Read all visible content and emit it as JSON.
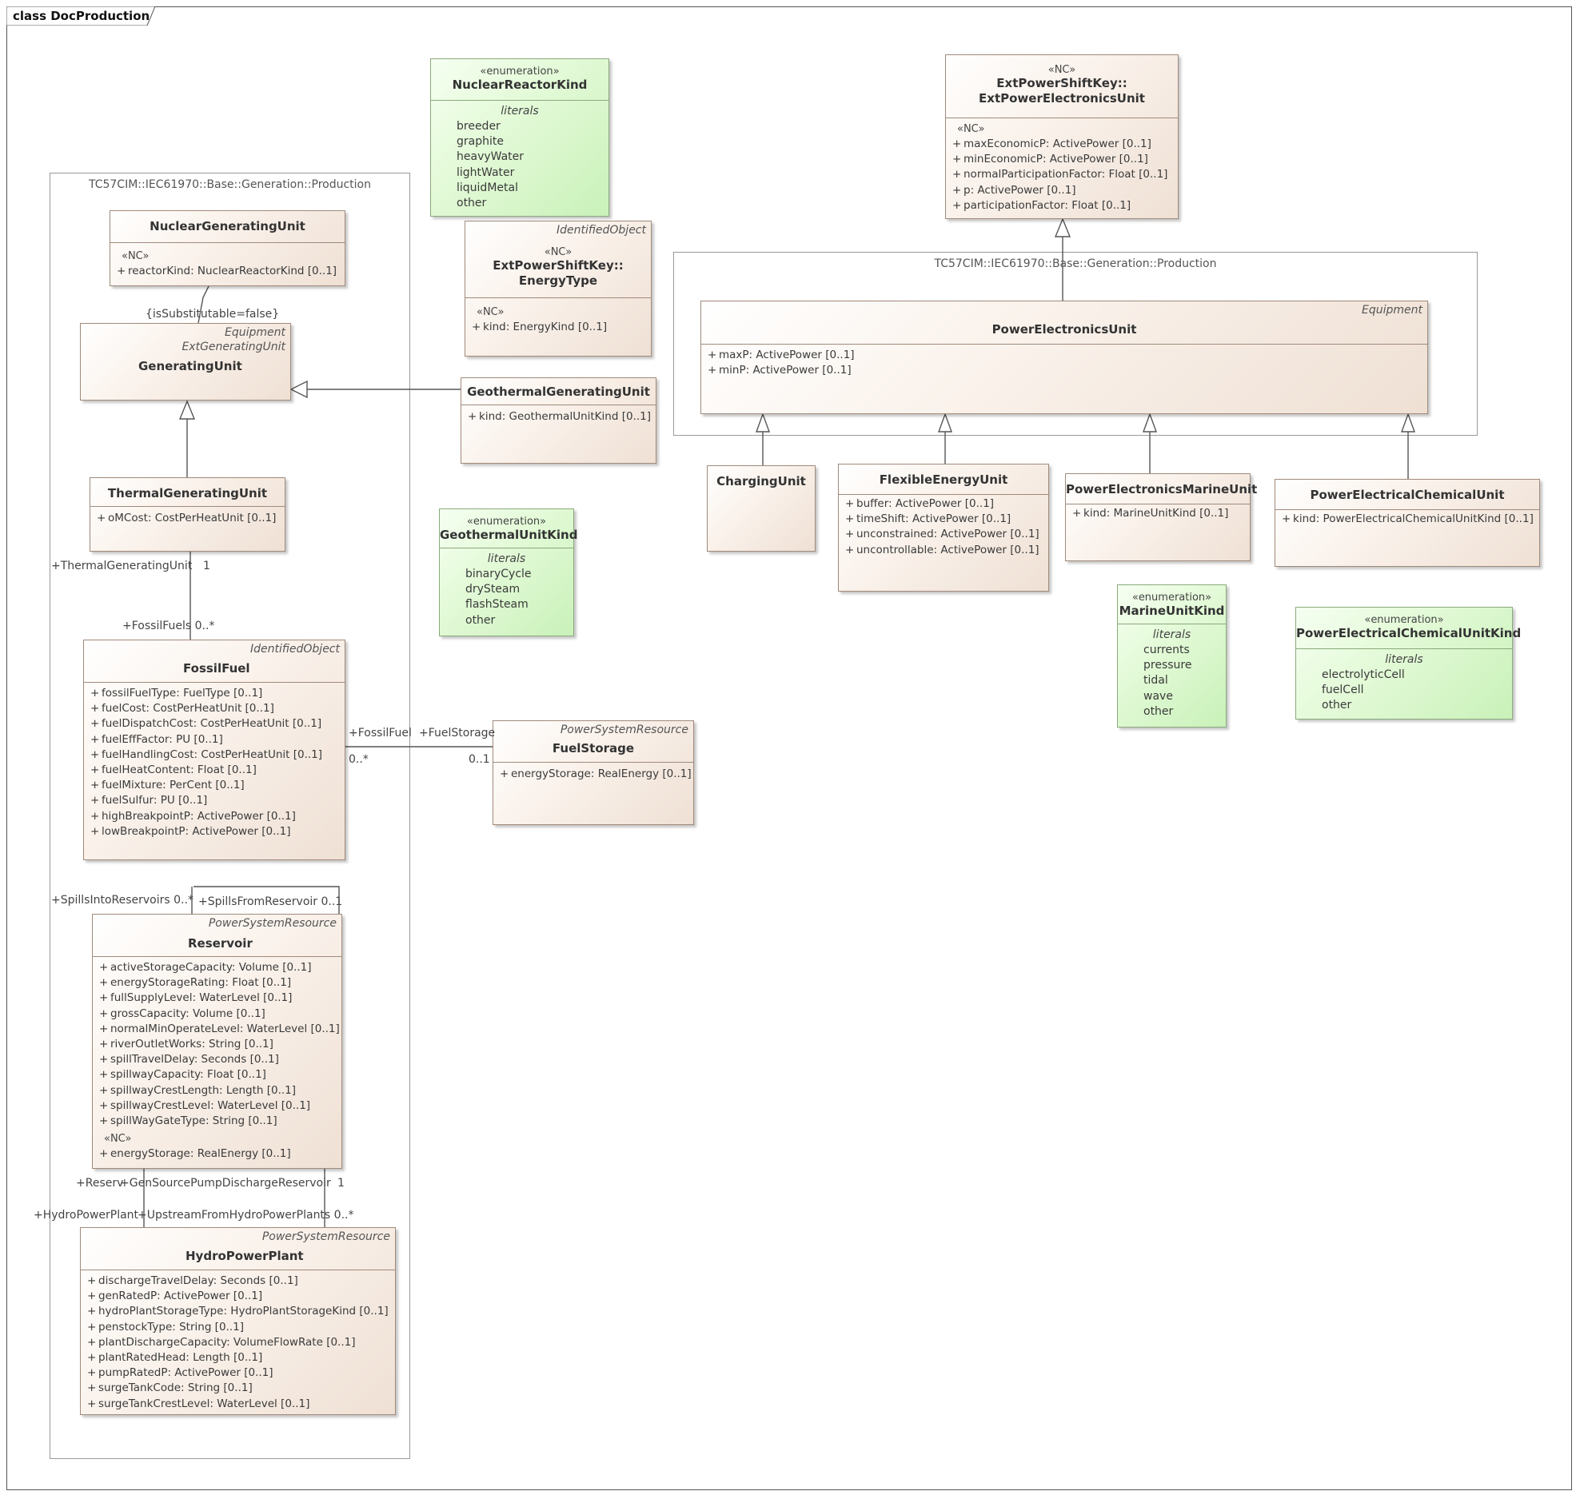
{
  "frame": {
    "title": "class DocProduction"
  },
  "packages": {
    "left": {
      "title": "TC57CIM::IEC61970::Base::Generation::Production"
    },
    "right": {
      "title": "TC57CIM::IEC61970::Base::Generation::Production"
    }
  },
  "classes": {
    "nuclearReactorKind": {
      "stereotype": "«enumeration»",
      "name": "NuclearReactorKind",
      "literals_label": "literals",
      "literals": [
        "breeder",
        "graphite",
        "heavyWater",
        "lightWater",
        "liquidMetal",
        "other"
      ]
    },
    "extPowerElectronicsUnit": {
      "stereotype": "«NC»",
      "name_line1": "ExtPowerShiftKey::",
      "name_line2": "ExtPowerElectronicsUnit",
      "group_stereotype": "«NC»",
      "attributes": [
        "maxEconomicP: ActivePower [0..1]",
        "minEconomicP: ActivePower [0..1]",
        "normalParticipationFactor: Float [0..1]",
        "p: ActivePower [0..1]",
        "participationFactor: Float [0..1]"
      ]
    },
    "nuclearGeneratingUnit": {
      "name": "NuclearGeneratingUnit",
      "group_stereotype": "«NC»",
      "attributes": [
        "reactorKind: NuclearReactorKind [0..1]"
      ]
    },
    "energyType": {
      "parent": "IdentifiedObject",
      "stereotype": "«NC»",
      "name_line1": "ExtPowerShiftKey::",
      "name_line2": "EnergyType",
      "group_stereotype": "«NC»",
      "attributes": [
        "kind: EnergyKind [0..1]"
      ]
    },
    "generatingUnit": {
      "parent": "Equipment",
      "parent2": "ExtGeneratingUnit",
      "name": "GeneratingUnit"
    },
    "geothermalGeneratingUnit": {
      "name": "GeothermalGeneratingUnit",
      "attributes": [
        "kind: GeothermalUnitKind [0..1]"
      ]
    },
    "thermalGeneratingUnit": {
      "name": "ThermalGeneratingUnit",
      "attributes": [
        "oMCost: CostPerHeatUnit [0..1]"
      ]
    },
    "geothermalUnitKind": {
      "stereotype": "«enumeration»",
      "name": "GeothermalUnitKind",
      "literals_label": "literals",
      "literals": [
        "binaryCycle",
        "drySteam",
        "flashSteam",
        "other"
      ]
    },
    "powerElectronicsUnit": {
      "parent": "Equipment",
      "name": "PowerElectronicsUnit",
      "attributes": [
        "maxP: ActivePower [0..1]",
        "minP: ActivePower [0..1]"
      ]
    },
    "chargingUnit": {
      "name": "ChargingUnit"
    },
    "flexibleEnergyUnit": {
      "name": "FlexibleEnergyUnit",
      "attributes": [
        "buffer: ActivePower [0..1]",
        "timeShift: ActivePower [0..1]",
        "unconstrained: ActivePower [0..1]",
        "uncontrollable: ActivePower [0..1]"
      ]
    },
    "powerElectronicsMarineUnit": {
      "name": "PowerElectronicsMarineUnit",
      "attributes": [
        "kind: MarineUnitKind [0..1]"
      ]
    },
    "powerElectricalChemicalUnit": {
      "name": "PowerElectricalChemicalUnit",
      "attributes": [
        "kind: PowerElectricalChemicalUnitKind [0..1]"
      ]
    },
    "marineUnitKind": {
      "stereotype": "«enumeration»",
      "name": "MarineUnitKind",
      "literals_label": "literals",
      "literals": [
        "currents",
        "pressure",
        "tidal",
        "wave",
        "other"
      ]
    },
    "powerElectricalChemicalUnitKind": {
      "stereotype": "«enumeration»",
      "name": "PowerElectricalChemicalUnitKind",
      "literals_label": "literals",
      "literals": [
        "electrolyticCell",
        "fuelCell",
        "other"
      ]
    },
    "fossilFuel": {
      "parent": "IdentifiedObject",
      "name": "FossilFuel",
      "attributes": [
        "fossilFuelType: FuelType [0..1]",
        "fuelCost: CostPerHeatUnit [0..1]",
        "fuelDispatchCost: CostPerHeatUnit [0..1]",
        "fuelEffFactor: PU [0..1]",
        "fuelHandlingCost: CostPerHeatUnit [0..1]",
        "fuelHeatContent: Float [0..1]",
        "fuelMixture: PerCent [0..1]",
        "fuelSulfur: PU [0..1]",
        "highBreakpointP: ActivePower [0..1]",
        "lowBreakpointP: ActivePower [0..1]"
      ]
    },
    "fuelStorage": {
      "parent": "PowerSystemResource",
      "name": "FuelStorage",
      "attributes": [
        "energyStorage: RealEnergy [0..1]"
      ]
    },
    "reservoir": {
      "parent": "PowerSystemResource",
      "name": "Reservoir",
      "attributes": [
        "activeStorageCapacity: Volume [0..1]",
        "energyStorageRating: Float [0..1]",
        "fullSupplyLevel: WaterLevel [0..1]",
        "grossCapacity: Volume [0..1]",
        "normalMinOperateLevel: WaterLevel [0..1]",
        "riverOutletWorks: String [0..1]",
        "spillTravelDelay: Seconds [0..1]",
        "spillwayCapacity: Float [0..1]",
        "spillwayCrestLength: Length [0..1]",
        "spillwayCrestLevel: WaterLevel [0..1]",
        "spillWayGateType: String [0..1]"
      ],
      "group_stereotype": "«NC»",
      "nc_attributes": [
        "energyStorage: RealEnergy [0..1]"
      ]
    },
    "hydroPowerPlant": {
      "parent": "PowerSystemResource",
      "name": "HydroPowerPlant",
      "attributes": [
        "dischargeTravelDelay: Seconds [0..1]",
        "genRatedP: ActivePower [0..1]",
        "hydroPlantStorageType: HydroPlantStorageKind [0..1]",
        "penstockType: String [0..1]",
        "plantDischargeCapacity: VolumeFlowRate [0..1]",
        "plantRatedHead: Length [0..1]",
        "pumpRatedP: ActivePower [0..1]",
        "surgeTankCode: String [0..1]",
        "surgeTankCrestLevel: WaterLevel [0..1]"
      ]
    }
  },
  "visibility_symbol": "+",
  "labels": {
    "isSubstitutable": "{isSubstitutable=false}",
    "thermalRole": "+ThermalGeneratingUnit",
    "thermalMult": "1",
    "fossilFuelsRole": "+FossilFuels 0..*",
    "fossilFuelRole": "+FossilFuel",
    "fossilFuelMult": "0..*",
    "fuelStorageRole": "+FuelStorage",
    "fuelStorageMult": "0..1",
    "spillsInto": "+SpillsIntoReservoirs 0..*",
    "spillsFrom": "+SpillsFromReservoir 0..1",
    "reservRole": "+Reserv",
    "genSourceRole": "+GenSourcePumpDischargeReservoir",
    "genSourceMult": "1",
    "hydroPlantRole": "+HydroPowerPlant",
    "upstreamRole": "+UpstreamFromHydroPowerPlants 0..*"
  }
}
